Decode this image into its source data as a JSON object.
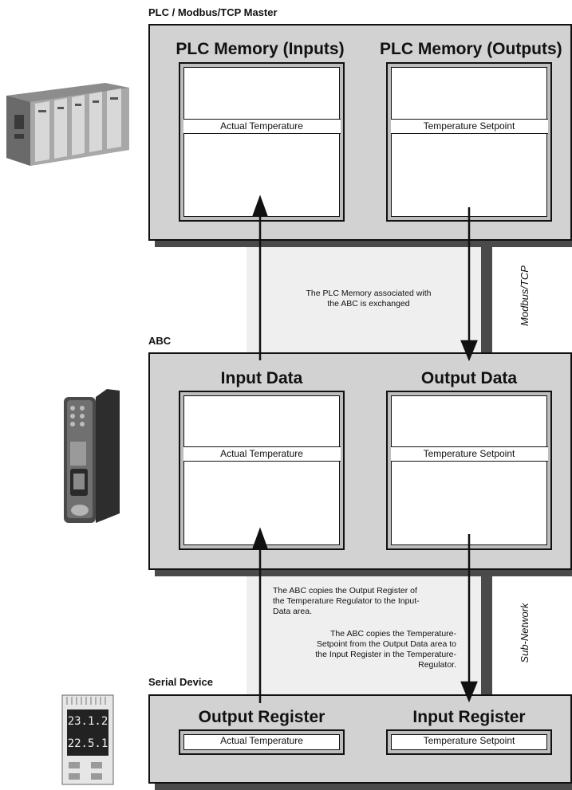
{
  "master": {
    "label": "PLC / Modbus/TCP Master",
    "inputs_title": "PLC Memory (Inputs)",
    "outputs_title": "PLC Memory (Outputs)",
    "inputs_row": "Actual Temperature",
    "outputs_row": "Temperature Setpoint"
  },
  "modbus": {
    "label": "Modbus/TCP",
    "note_line1": "The PLC  Memory associated with",
    "note_line2": "the ABC is exchanged"
  },
  "abc": {
    "label": "ABC",
    "input_title": "Input Data",
    "output_title": "Output Data",
    "input_row": "Actual Temperature",
    "output_row": "Temperature Setpoint"
  },
  "subnet": {
    "label": "Sub-Network",
    "note1_line1": "The ABC copies the Output Register of",
    "note1_line2": "the Temperature Regulator to the Input-",
    "note1_line3": "Data area.",
    "note2_line1": "The ABC copies the Temperature-",
    "note2_line2": "Setpoint from the Output Data area to",
    "note2_line3": "the Input Register in the Temperature-",
    "note2_line4": "Regulator."
  },
  "serial": {
    "label": "Serial Device",
    "output_title": "Output Register",
    "input_title": "Input Register",
    "output_value": "Actual Temperature",
    "input_value": "Temperature Setpoint"
  },
  "device_display": {
    "line1": "23.1.2",
    "line2": "22.5.1"
  },
  "colors": {
    "band": "#d2d2d2",
    "channel": "#efefef",
    "shadow": "#4a4a4a",
    "memory_frame": "#bdbdbd"
  }
}
